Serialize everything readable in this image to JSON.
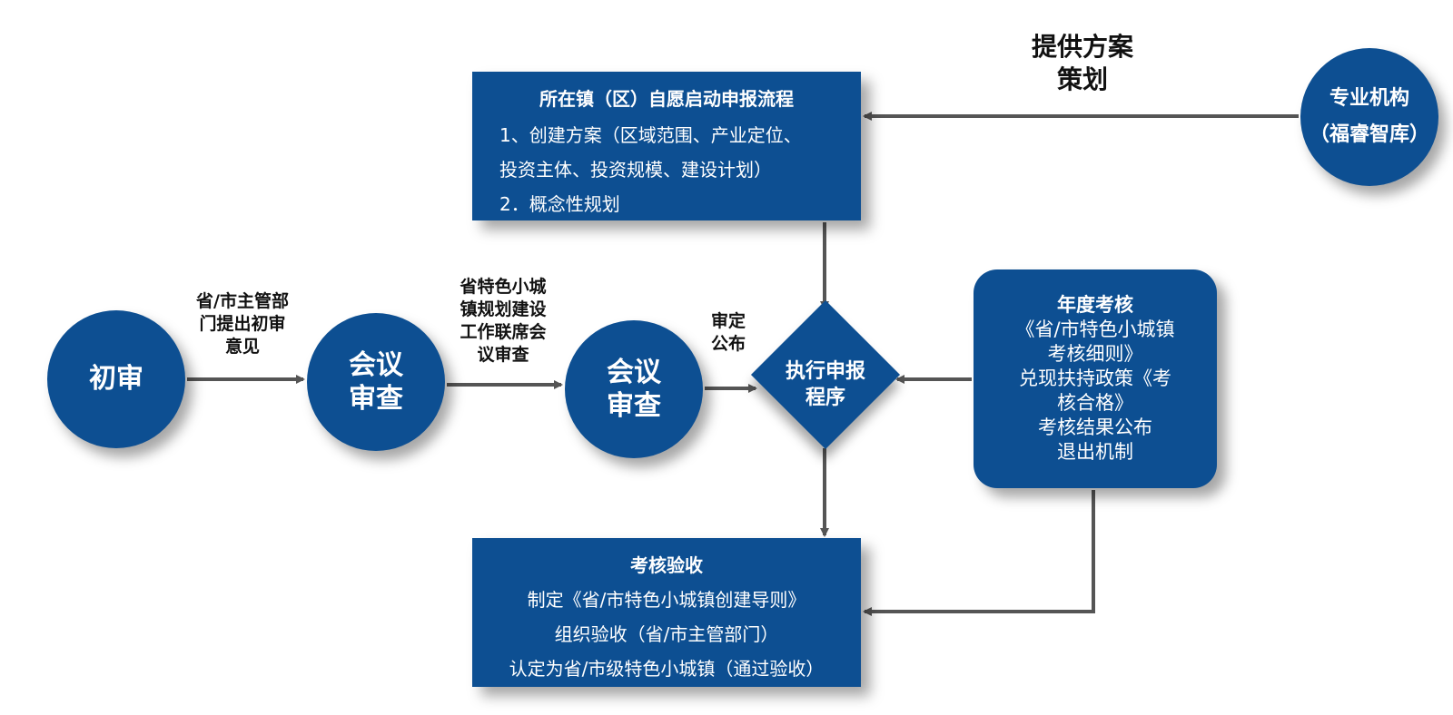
{
  "colors": {
    "node_fill": "#0d4f92",
    "arrow": "#555555",
    "label_text": "#111111"
  },
  "nodes": {
    "start": {
      "title": "所在镇（区）自愿启动申报流程",
      "items": [
        "1、创建方案（区域范围、产业定位、",
        "投资主体、投资规模、建设计划）",
        "2．概念性规划"
      ]
    },
    "org": {
      "line1": "专业机构",
      "line2": "（福睿智库）"
    },
    "first_review": {
      "label": "初审"
    },
    "meeting1": {
      "line1": "会议",
      "line2": "审查"
    },
    "meeting2": {
      "line1": "会议",
      "line2": "审查"
    },
    "execute": {
      "line1": "执行申报",
      "line2": "程序"
    },
    "annual": {
      "title": "年度考核",
      "lines": [
        "《省/市特色小城镇",
        "考核细则》",
        "兑现扶持政策《考",
        "核合格》",
        "考核结果公布",
        "退出机制"
      ]
    },
    "accept": {
      "title": "考核验收",
      "items": [
        "制定《省/市特色小城镇创建导则》",
        "组织验收（省/市主管部门）",
        "认定为省/市级特色小城镇（通过验收）"
      ]
    }
  },
  "edge_labels": {
    "provide": [
      "提供方案",
      "策划"
    ],
    "first_opinion": [
      "省/市主管部",
      "门提出初审",
      "意见"
    ],
    "joint_meeting": [
      "省特色小城",
      "镇规划建设",
      "工作联席会",
      "议审查"
    ],
    "approve": [
      "审定",
      "公布"
    ]
  }
}
